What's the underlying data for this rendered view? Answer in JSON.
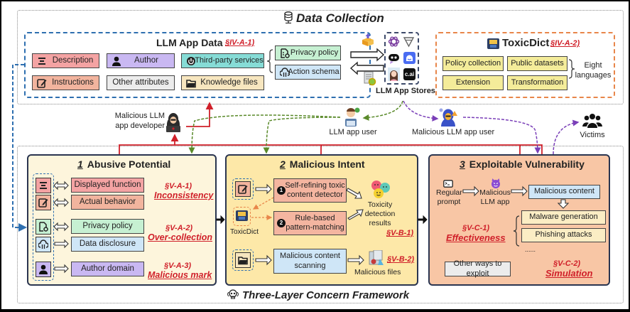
{
  "data_collection": {
    "title": "Data Collection",
    "llm_app_data": {
      "title": "LLM App Data",
      "ref": "§IV-A-1)",
      "items": [
        {
          "label": "Description",
          "color": "#f4a3a3"
        },
        {
          "label": "Author",
          "color": "#c9b8f2"
        },
        {
          "label": "Third-party services",
          "color": "#86dcd6"
        },
        {
          "label": "Instructions",
          "color": "#f2b49e"
        },
        {
          "label": "Other attributes",
          "color": "#ececec"
        },
        {
          "label": "Knowledge files",
          "color": "#f7e6bf"
        }
      ],
      "third_party_children": [
        {
          "label": "Privacy policy",
          "color": "#c6f0d2"
        },
        {
          "label": "Action schema",
          "color": "#cfe6f7"
        }
      ]
    },
    "app_stores": {
      "label": "LLM App Stores",
      "icons": [
        "openai-icon",
        "poe-icon",
        "bot-icon",
        "chat-icon",
        "character-icon",
        "cai-icon"
      ],
      "cai_text": "c.ai"
    },
    "toxicdict": {
      "title": "ToxicDict",
      "ref": "§IV-A-2)",
      "items": [
        {
          "label": "Policy collection"
        },
        {
          "label": "Public datasets"
        },
        {
          "label": "Extension"
        },
        {
          "label": "Transformation"
        }
      ],
      "color": "#f4ec9a",
      "side_label": "Eight languages"
    }
  },
  "actors": {
    "developer": "Malicious LLM app developer",
    "user": "LLM app user",
    "malicious_user": "Malicious LLM app user",
    "victims": "Victims"
  },
  "framework": {
    "title": "Three-Layer Concern Framework",
    "layers": [
      {
        "num": "1",
        "title": "Abusive Potential",
        "bg": "#fdf5dc",
        "rows": [
          {
            "label": "Displayed function",
            "color": "#f4a3a3"
          },
          {
            "label": "Actual behavior",
            "color": "#f2b49e"
          },
          {
            "label": "Privacy policy",
            "color": "#c6f0d2"
          },
          {
            "label": "Data disclosure",
            "color": "#cfe6f7"
          },
          {
            "label": "Author domain",
            "color": "#c9b8f2"
          }
        ],
        "findings": [
          {
            "ref": "§V-A-1)",
            "name": "Inconsistency"
          },
          {
            "ref": "§V-A-2)",
            "name": "Over-collection"
          },
          {
            "ref": "§V-A-3)",
            "name": "Malicious mark"
          }
        ]
      },
      {
        "num": "2",
        "title": "Malicious Intent",
        "bg": "#fde8a8",
        "detector": {
          "step": "1",
          "label": "Self-refining toxic content detector"
        },
        "matcher": {
          "step": "2",
          "label": "Rule-based pattern-matching"
        },
        "toxicdict_label": "ToxicDict",
        "results_label": "Toxicity detection results",
        "ref1": "§V-B-1)",
        "scanner": "Malicious content scanning",
        "files_label": "Malicious files",
        "ref2": "§V-B-2)"
      },
      {
        "num": "3",
        "title": "Exploitable Vulnerability",
        "bg": "#f8c6a5",
        "prompt_label": "Regular prompt",
        "app_label": "Malicious LLM app",
        "content_label": "Malicious content",
        "outcomes": [
          "Malware generation",
          "Phishing attacks"
        ],
        "ellipsis": "......",
        "ref1": "§V-C-1)",
        "name1": "Effectiveness",
        "other_label": "Other ways to exploit",
        "ref2": "§V-C-2)",
        "name2": "Simulation"
      }
    ]
  },
  "colors": {
    "red_arrow": "#d0202a",
    "green_arrow": "#5a8a2a",
    "purple_arrow": "#7a3fb8",
    "blue_dash": "#2e6fb0",
    "orange_dash": "#e8864a"
  }
}
